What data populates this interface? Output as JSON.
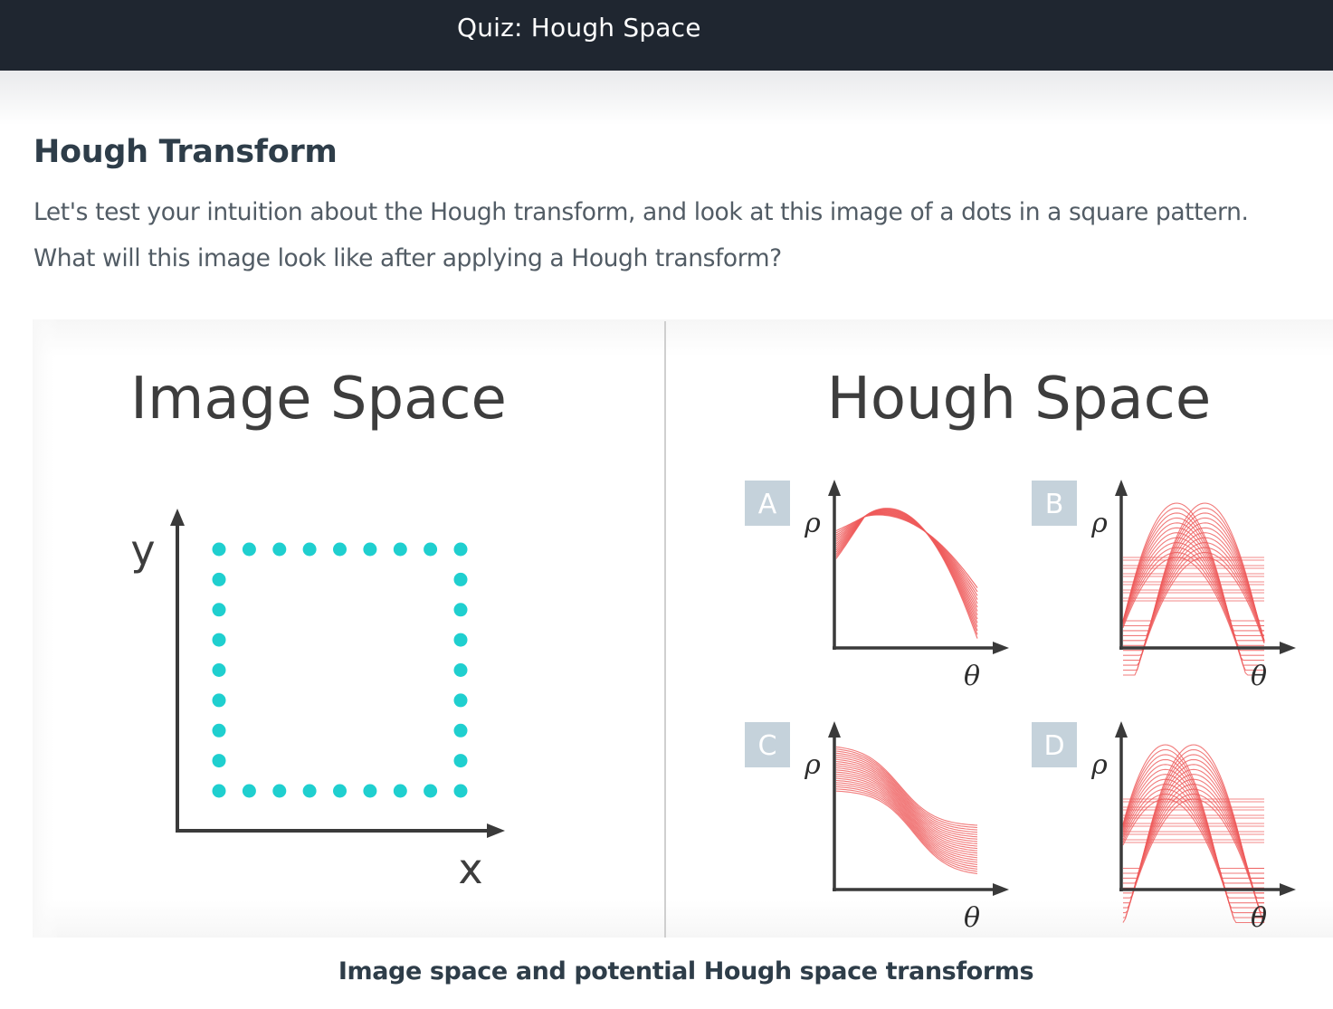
{
  "header": {
    "title": "Quiz: Hough Space"
  },
  "content": {
    "heading": "Hough Transform",
    "intro": "Let's test your intuition about the Hough transform, and look at this image of a dots in a square pattern. What will this image look like after applying a Hough transform?",
    "caption": "Image space and potential Hough space transforms"
  },
  "figure": {
    "left_title": "Image Space",
    "right_title": "Hough Space",
    "image_axes": {
      "y": "y",
      "x": "x"
    },
    "dot_color": "#1fcfcf",
    "curve_color": "#ee5a5a",
    "option_box_color": "#c5d2db",
    "options": [
      {
        "label": "A",
        "rho": "ρ",
        "theta": "θ"
      },
      {
        "label": "B",
        "rho": "ρ",
        "theta": "θ"
      },
      {
        "label": "C",
        "rho": "ρ",
        "theta": "θ"
      },
      {
        "label": "D",
        "rho": "ρ",
        "theta": "θ"
      }
    ]
  }
}
